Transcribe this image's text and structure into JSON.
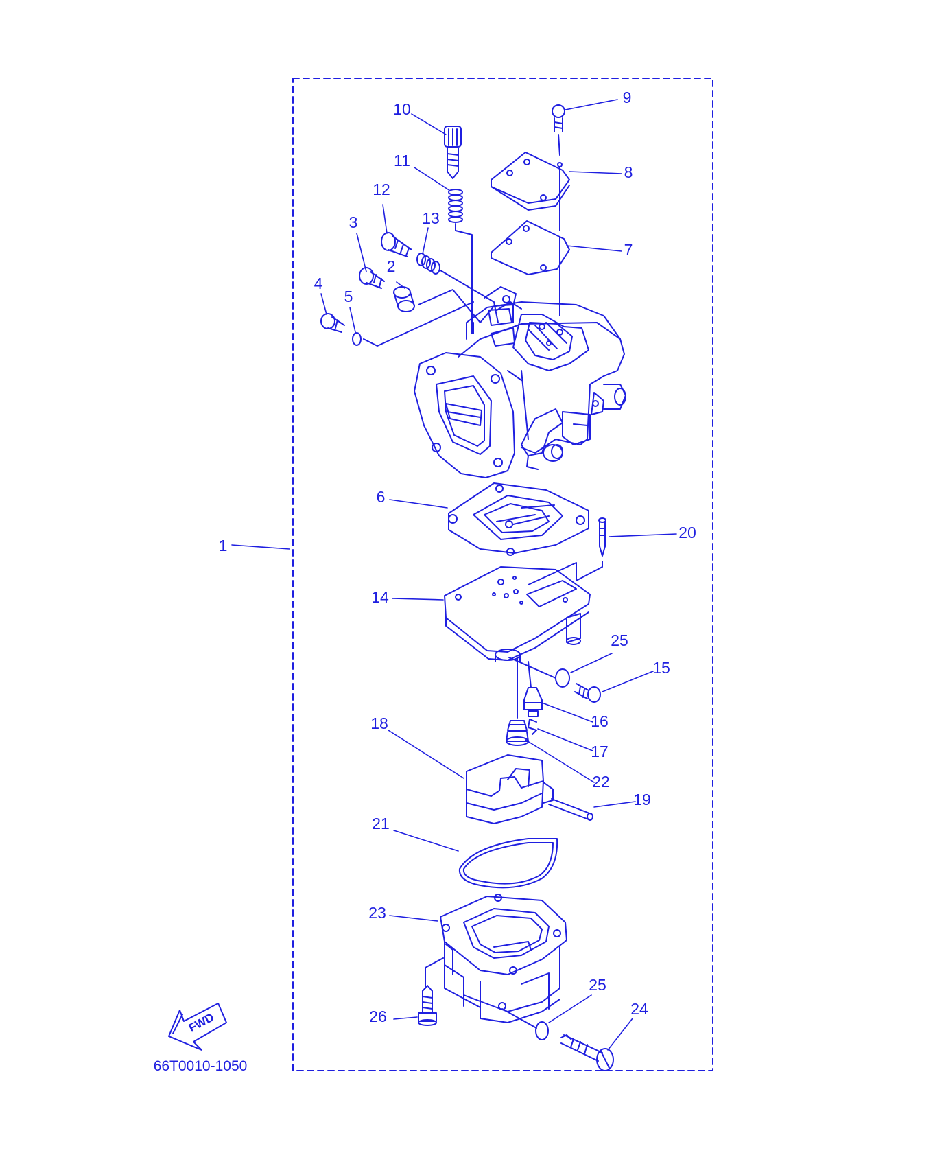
{
  "diagram": {
    "ink_color": "#1f1fe0",
    "background": "#ffffff",
    "part_code": "66T0010-1050",
    "fwd_label": "FWD",
    "callouts": [
      {
        "id": "1",
        "label": "1"
      },
      {
        "id": "2",
        "label": "2"
      },
      {
        "id": "3",
        "label": "3"
      },
      {
        "id": "4",
        "label": "4"
      },
      {
        "id": "5",
        "label": "5"
      },
      {
        "id": "6",
        "label": "6"
      },
      {
        "id": "7",
        "label": "7"
      },
      {
        "id": "8",
        "label": "8"
      },
      {
        "id": "9",
        "label": "9"
      },
      {
        "id": "10",
        "label": "10"
      },
      {
        "id": "11",
        "label": "11"
      },
      {
        "id": "12",
        "label": "12"
      },
      {
        "id": "13",
        "label": "13"
      },
      {
        "id": "14",
        "label": "14"
      },
      {
        "id": "15",
        "label": "15"
      },
      {
        "id": "16",
        "label": "16"
      },
      {
        "id": "17",
        "label": "17"
      },
      {
        "id": "18",
        "label": "18"
      },
      {
        "id": "19",
        "label": "19"
      },
      {
        "id": "20",
        "label": "20"
      },
      {
        "id": "21",
        "label": "21"
      },
      {
        "id": "22",
        "label": "22"
      },
      {
        "id": "23",
        "label": "23"
      },
      {
        "id": "24",
        "label": "24"
      },
      {
        "id": "25a",
        "label": "25"
      },
      {
        "id": "25b",
        "label": "25"
      },
      {
        "id": "26",
        "label": "26"
      }
    ]
  }
}
